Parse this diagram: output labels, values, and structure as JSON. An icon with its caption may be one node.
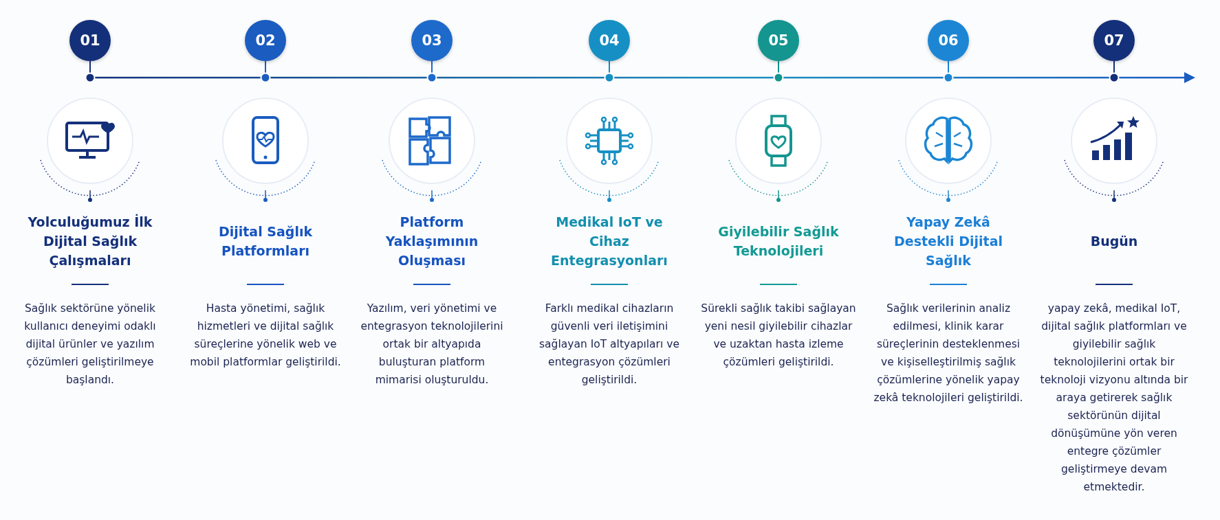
{
  "diagram": {
    "nodes": [
      {
        "text": [
          "01"
        ]
      },
      {
        "text": [
          "02"
        ]
      },
      {
        "text": [
          "03"
        ]
      },
      {
        "text": [
          "04"
        ]
      },
      {
        "text": [
          "05"
        ]
      },
      {
        "text": [
          "06"
        ]
      },
      {
        "text": [
          "07"
        ]
      }
    ],
    "labels": [
      "Yolculuğumuz İlk Dijital Sağlık Çalışmaları",
      "Sağlık sektörüne yönelik kullanıcı deneyimi odaklı dijital ürünler ve yazılım çözümleri geliştirilmeye başlandı.",
      "Dijital Sağlık Platformları",
      "Hasta yönetimi, sağlık hizmetleri ve dijital sağlık süreçlerine yönelik web ve mobil platformlar geliştirildi.",
      "Platform Yaklaşımının Oluşması",
      "Yazılım, veri yönetimi ve entegrasyon teknolojilerini ortak bir altyapıda buluşturan platform mimarisi oluşturuldu.",
      "Medikal IoT ve Cihaz Entegrasyonları",
      "Farklı medikal cihazların güvenli veri iletişimini sağlayan IoT altyapıları ve entegrasyon çözümleri geliştirildi.",
      "Giyilebilir Sağlık Teknolojileri",
      "Sürekli sağlık takibi sağlayan yeni nesil giyilebilir cihazlar ve uzaktan hasta izleme çözümleri geliştirildi.",
      "Yapay Zekâ Destekli Dijital Sağlık",
      "Sağlık verilerinin analiz edilmesi, klinik karar süreçlerinin desteklenmesi ve kişiselleştirilmiş sağlık çözümlerine yönelik yapay zekâ teknolojileri geliştirildi.",
      "Bugün",
      "yapay zekâ, medikal IoT, dijital sağlık platformları ve giyilebilir sağlık teknolojilerini ortak bir teknoloji vizyonu altında bir araya getirerek sağlık sektörünün dijital dönüşümüne yön veren entegre çözümler geliştirmeye devam etmektedir."
    ]
  }
}
